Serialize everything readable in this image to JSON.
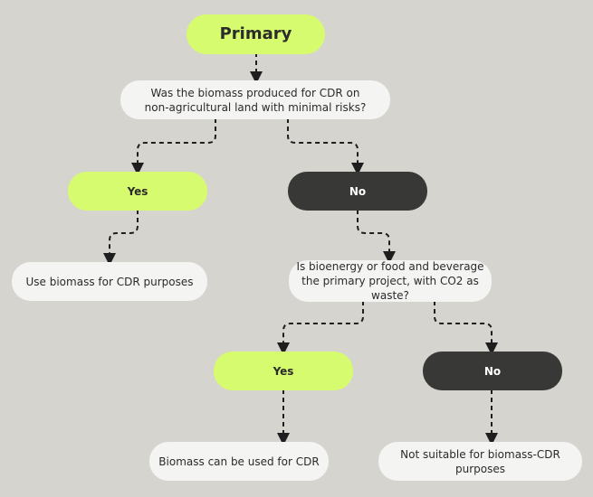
{
  "colors": {
    "background": "#d6d4cf",
    "yes_fill": "#d7fb6e",
    "no_fill": "#383836",
    "box_fill": "#f4f4f2",
    "connector": "#1e1e1e"
  },
  "nodes": {
    "root": "Primary",
    "q1": "Was the biomass produced for CDR on non-agricultural land with minimal risks?",
    "yes1": "Yes",
    "no1": "No",
    "use_cdr": "Use biomass for CDR purposes",
    "q2": "Is bioenergy or food and beverage the primary project, with CO2 as waste?",
    "yes2": "Yes",
    "no2": "No",
    "can_use": "Biomass can be used for CDR",
    "not_suitable": "Not suitable for biomass-CDR purposes"
  }
}
